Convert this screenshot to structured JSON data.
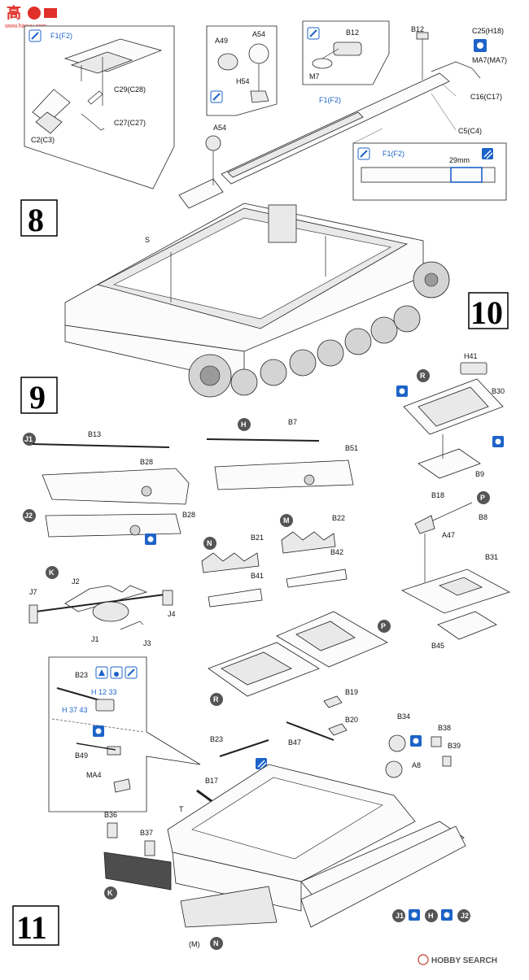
{
  "watermark_top": {
    "cn": "高",
    "site": "www.hasuu.com"
  },
  "watermark_bottom": {
    "text": "HOBBY SEARCH",
    "icon": "copyright-c-icon"
  },
  "steps": {
    "s8": "8",
    "s9": "9",
    "s10": "10",
    "s11": "11"
  },
  "step8": {
    "inset_left": {
      "labels": {
        "f1": "F1(F2)",
        "c29": "C29(C28)",
        "c27": "C27(C27)",
        "c2": "C2(C3)"
      }
    },
    "inset_mid": {
      "labels": {
        "a49": "A49",
        "a54": "A54",
        "h54": "H54"
      }
    },
    "inset_right": {
      "labels": {
        "b12": "B12",
        "m7": "M7"
      }
    },
    "labels": {
      "a54": "A54",
      "s": "S",
      "f1": "F1(F2)",
      "b12": "B12",
      "c25": "C25(H18)",
      "ma7": "MA7(MA7)",
      "c16": "C16(C17)",
      "c5": "C5(C4)"
    },
    "inset_cut": {
      "f1": "F1(F2)",
      "dim": "29mm"
    }
  },
  "step9": {
    "labels": {
      "j1": "J1",
      "b13": "B13",
      "b28a": "B28",
      "h": "H",
      "b7": "B7",
      "b51": "B51",
      "j2": "J2",
      "b28b": "B28",
      "m": "M",
      "b22": "B22",
      "b42": "B42",
      "n": "N",
      "b21": "B21",
      "b41": "B41",
      "k": "K",
      "j2b": "J2",
      "j7": "J7",
      "j1b": "J1",
      "j3": "J3",
      "j4": "J4"
    }
  },
  "step10": {
    "labels": {
      "r": "R",
      "h41": "H41",
      "b30": "B30",
      "b9": "B9",
      "p": "P",
      "b18": "B18",
      "b8": "B8",
      "a47": "A47",
      "b31": "B31",
      "b45": "B45"
    }
  },
  "step11": {
    "inset": {
      "b23": "B23",
      "b49": "B49",
      "ma4": "MA4"
    },
    "labels": {
      "p": "P",
      "r": "R",
      "b19": "B19",
      "b20": "B20",
      "b34": "B34",
      "b38": "B38",
      "b39": "B39",
      "a8": "A8",
      "b47": "B47",
      "b23": "B23",
      "b17": "B17",
      "t": "T",
      "b36": "B36",
      "b37": "B37",
      "k": "K",
      "m_paren": "(M)",
      "n": "N",
      "j1": "J1",
      "h": "H",
      "j2": "J2"
    },
    "paint_codes": {
      "h12_33": "H 12 33",
      "h37": "H 37 43"
    }
  }
}
